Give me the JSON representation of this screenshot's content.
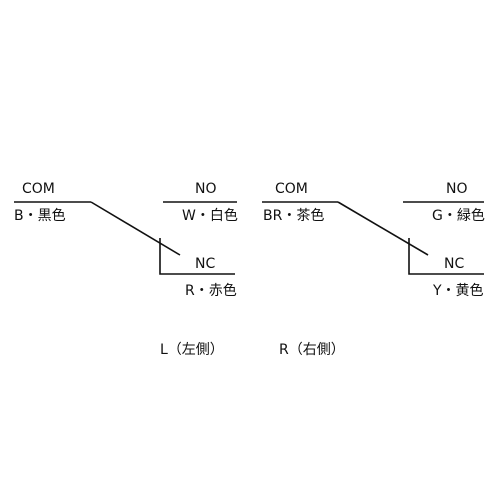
{
  "switches": [
    {
      "id": "left",
      "com_label": "COM",
      "com_wire": "B・黒色",
      "no_label": "NO",
      "no_wire": "W・白色",
      "nc_label": "NC",
      "nc_wire": "R・赤色",
      "caption": "L（左側）"
    },
    {
      "id": "right",
      "com_label": "COM",
      "com_wire": "BR・茶色",
      "no_label": "NO",
      "no_wire": "G・緑色",
      "nc_label": "NC",
      "nc_wire": "Y・黄色",
      "caption": "R（右側）"
    }
  ],
  "colors": {
    "line": "#111111",
    "text": "#111111",
    "background": "#ffffff"
  }
}
